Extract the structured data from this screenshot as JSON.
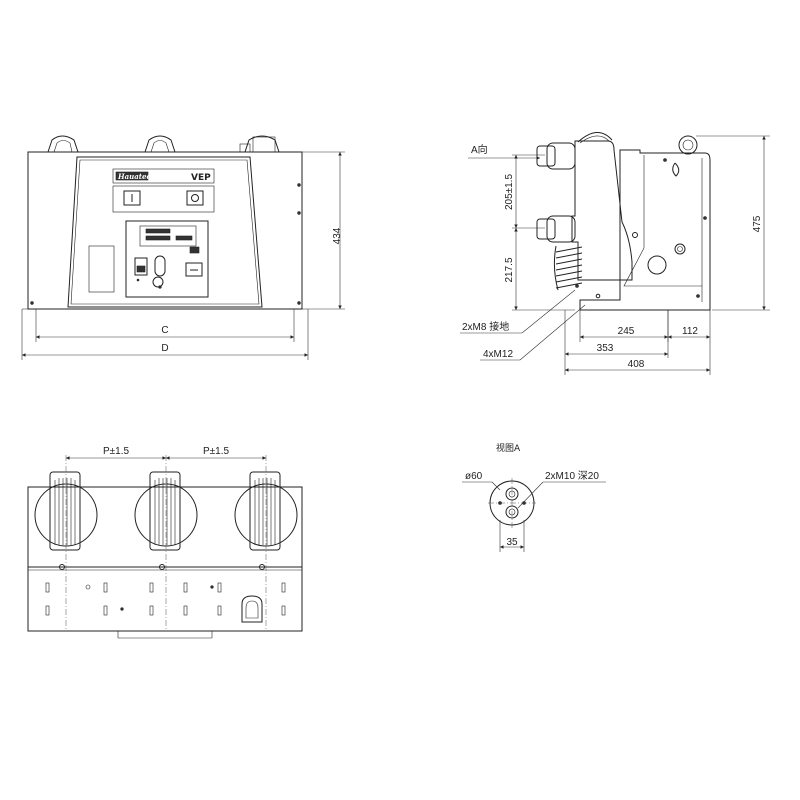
{
  "front_view": {
    "logo_text": "Hauatech",
    "model_text": "VEP",
    "dim_height": "434",
    "dim_c": "C",
    "dim_d": "D"
  },
  "side_view": {
    "direction_label": "A向",
    "dim_upper": "205±1.5",
    "dim_lower": "217.5",
    "dim_height": "475",
    "dim_245": "245",
    "dim_112": "112",
    "dim_353": "353",
    "dim_408": "408",
    "ground_label": "2xM8 接地",
    "mount_label": "4xM12"
  },
  "top_view": {
    "pitch_left": "P±1.5",
    "pitch_right": "P±1.5"
  },
  "view_a": {
    "title": "视图A",
    "diameter_label": "ø60",
    "thread_label": "2xM10 深20",
    "dim_35": "35"
  }
}
